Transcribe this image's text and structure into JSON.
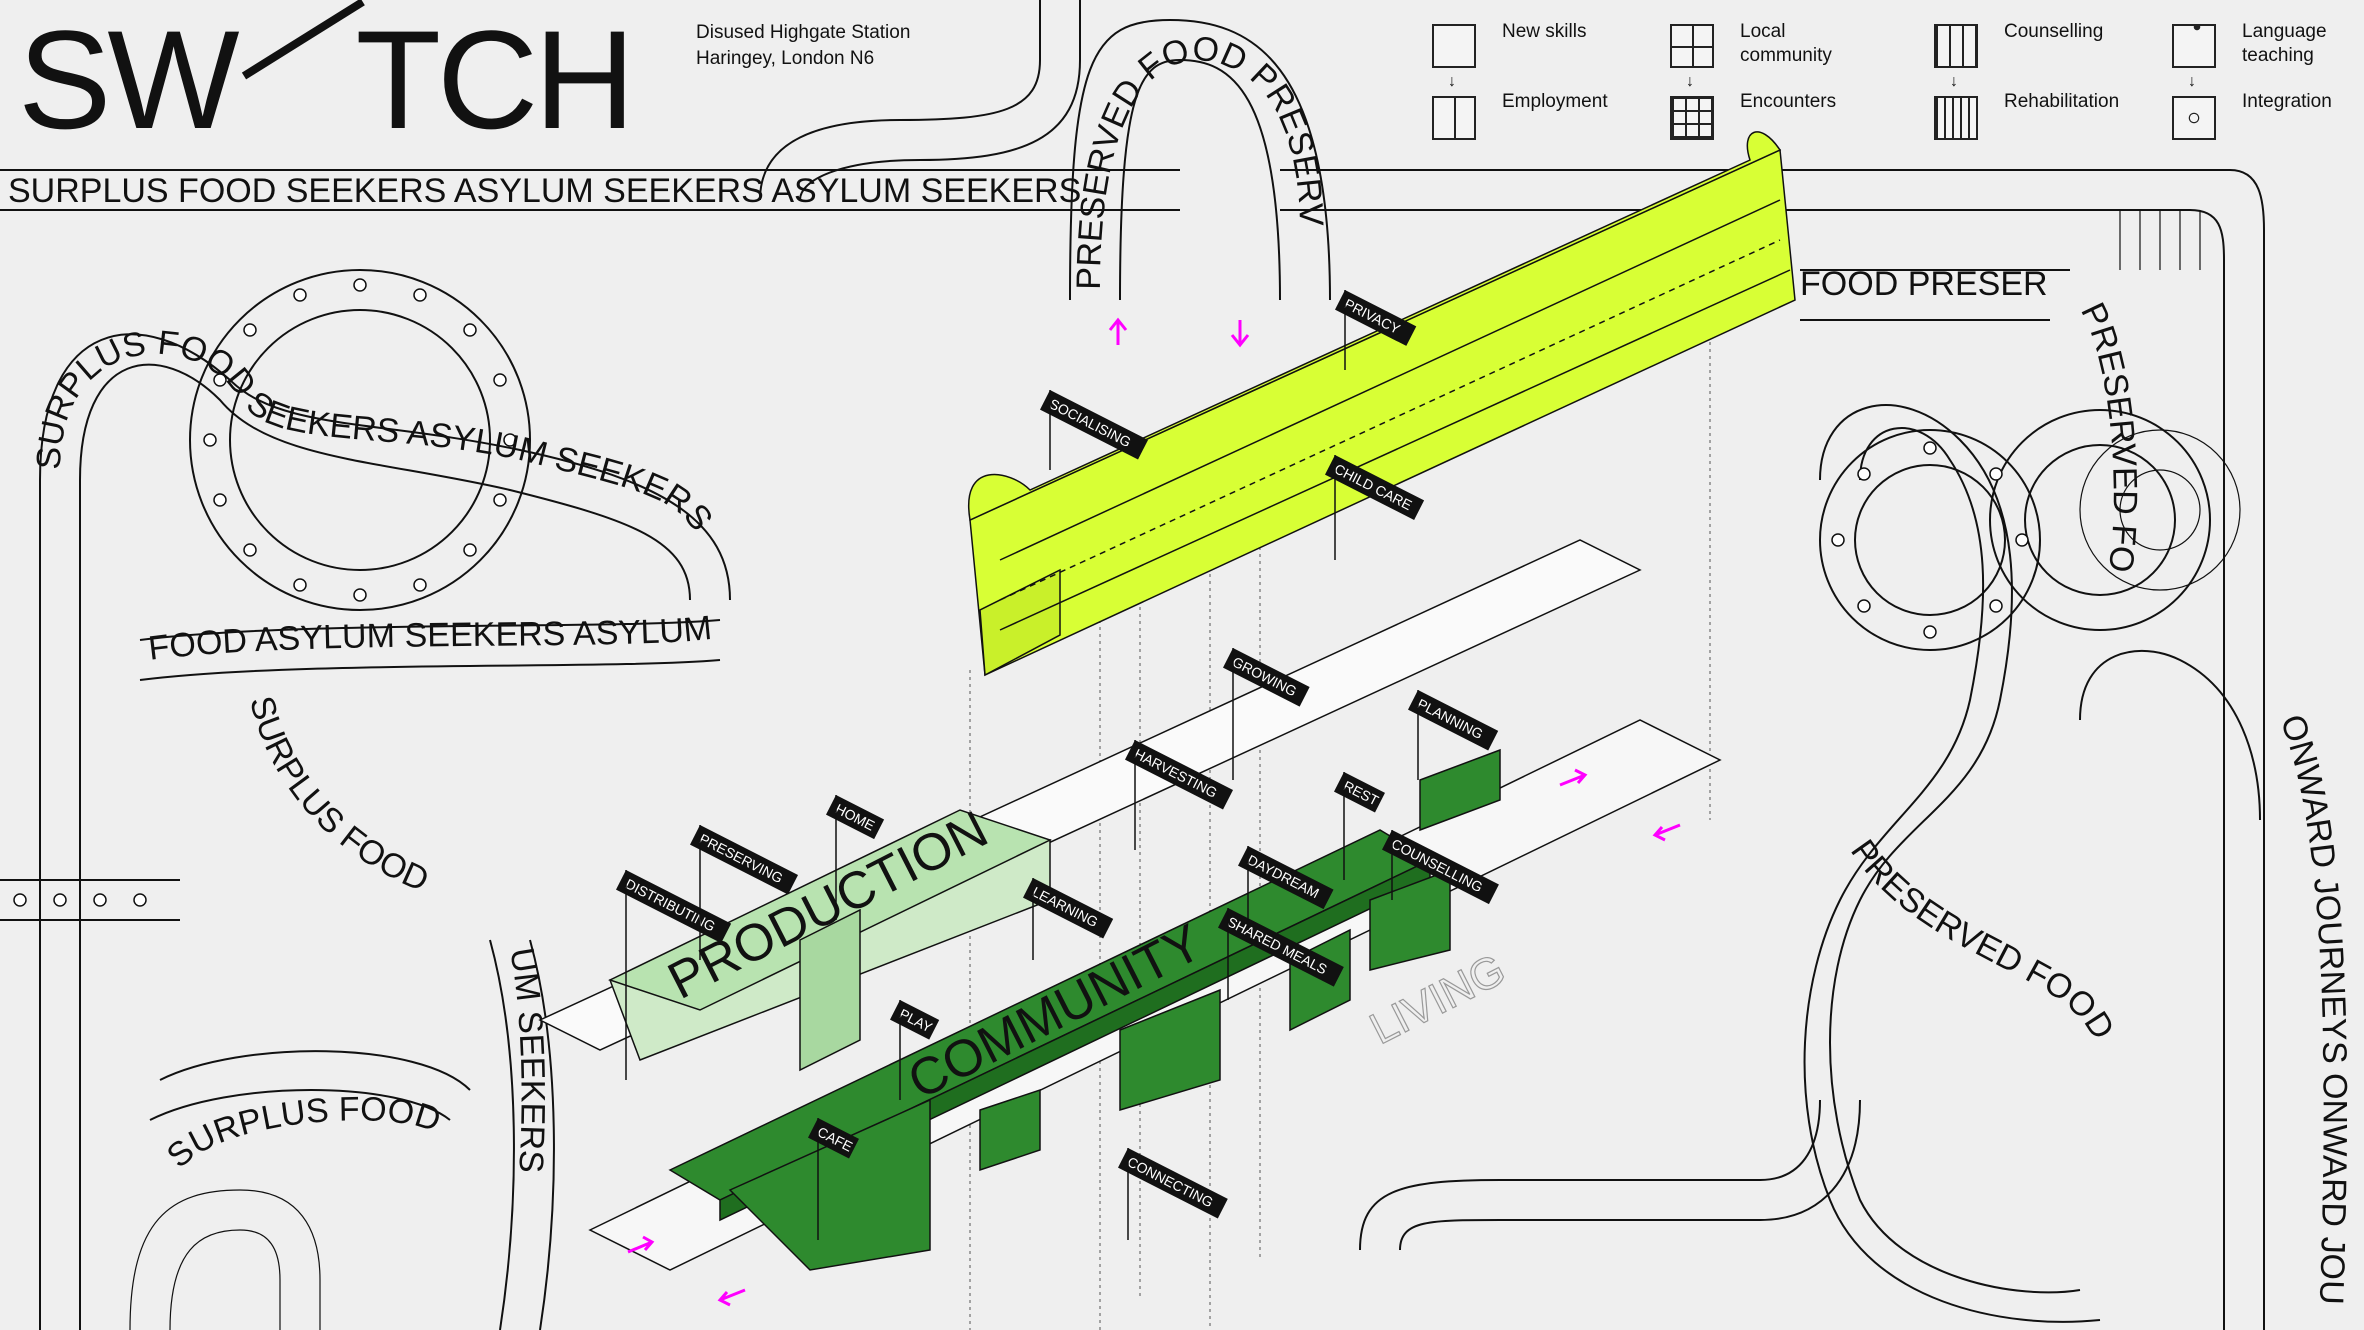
{
  "brand": {
    "left": "SW",
    "right": "TCH"
  },
  "address": {
    "line1": "Disused Highgate Station",
    "line2": "Haringey, London N6"
  },
  "legend": [
    {
      "top": "New skills",
      "bottom": "Employment"
    },
    {
      "top": "Local community",
      "bottom": "Encounters"
    },
    {
      "top": "Counselling",
      "bottom": "Rehabilitation"
    },
    {
      "top": "Language teaching",
      "bottom": "Integration"
    }
  ],
  "track_text": {
    "top_band": "SURPLUS FOOD  SEEKERS ASYLUM SEEKERS ASYLUM SEEKERS",
    "preserved": "PRESERVED FOOD PRESERVED",
    "left_mid": "SURPLUS FOOD SEEKERS ASYLUM SEEKERS",
    "left_low": "FOOD  ASYLUM SEEKERS ASYLUM",
    "surplus_food": "SURPLUS FOOD",
    "right_top": "FOOD  PRESERVED",
    "right_vertical": "PRESERVED FOOD PRESERVED",
    "right_lower": "PRESERVED FOOD",
    "onward": "ONWARD JOURNEYS ONWARD JOURNEYS",
    "bottom_left": "SURPLUS FOOD",
    "bottom_seekers": "UM SEEKERS"
  },
  "blocks": {
    "production": "PRODUCTION",
    "community": "COMMUNITY",
    "living": "LIVING"
  },
  "tags": [
    "SOCIALISING",
    "PRIVACY",
    "CHILD CARE",
    "GROWING",
    "PLANNING",
    "HARVESTING",
    "REST",
    "HOME",
    "PRESERVING",
    "DISTRIBUTING",
    "LEARNING",
    "DAYDREAM",
    "COUNSELLING",
    "SHARED MEALS",
    "PLAY",
    "CAFE",
    "CONNECTING"
  ],
  "colors": {
    "lime": "#d8ff35",
    "production": "#b8e3b0",
    "community": "#2e8a2e",
    "magenta": "#ff00ff",
    "ink": "#111111"
  }
}
